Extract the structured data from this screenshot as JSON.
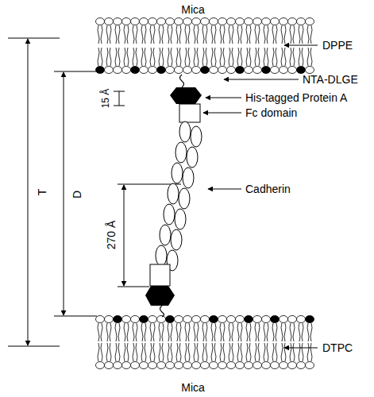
{
  "diagram": {
    "labels": [
      "Mica",
      "DPPE",
      "T",
      "D",
      "NTA-DLGE",
      "15 Å",
      "His-tagged Protein A",
      "Fc domain",
      "270 Å",
      "Cadherin",
      "DTPC",
      "Mica"
    ]
  }
}
